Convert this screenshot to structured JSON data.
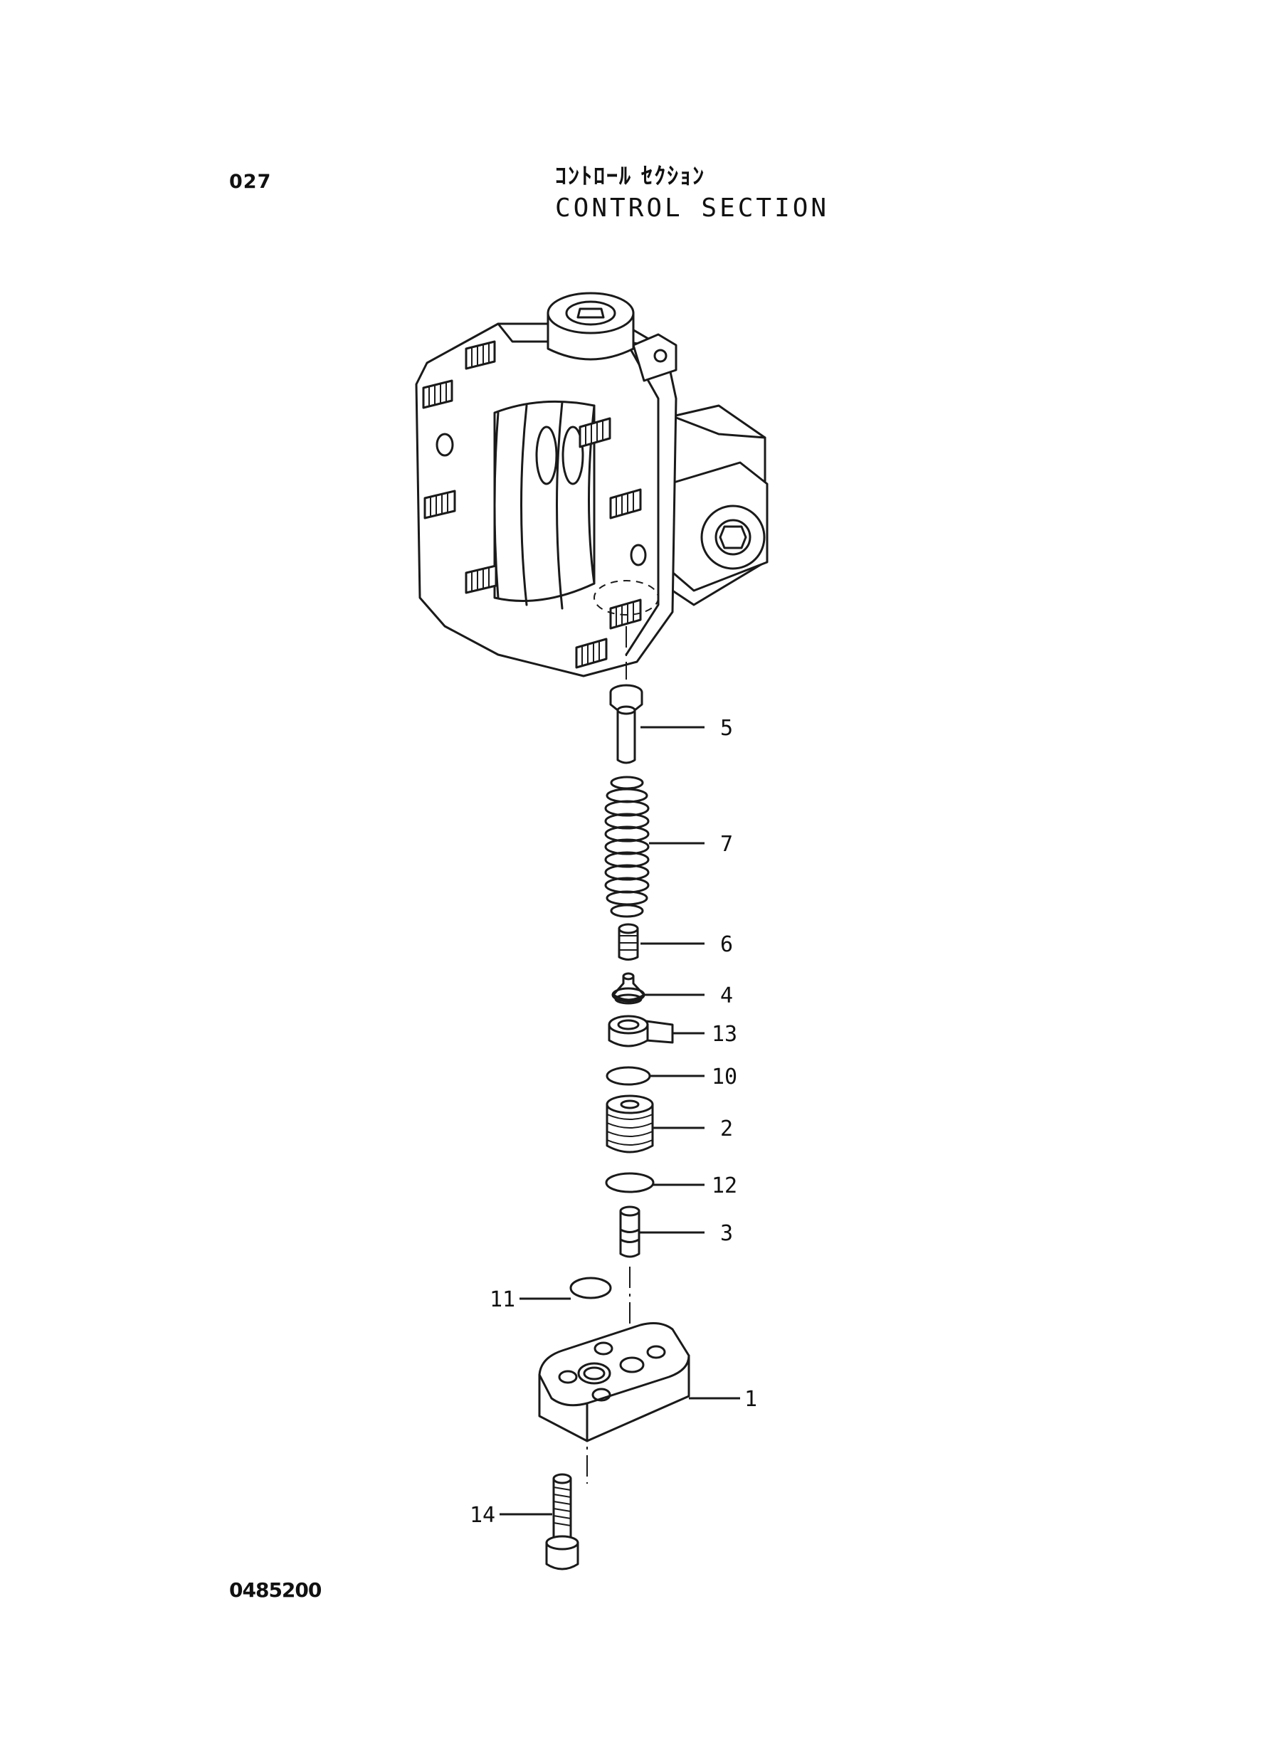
{
  "header": {
    "page_number": "027",
    "title_jp": "ｺﾝﾄﾛｰﾙ ｾｸｼｮﾝ",
    "title_en": "CONTROL SECTION"
  },
  "footer": {
    "doc_number": "0485200"
  },
  "callouts": [
    {
      "id": "part-5",
      "label": "5"
    },
    {
      "id": "part-7",
      "label": "7"
    },
    {
      "id": "part-6",
      "label": "6"
    },
    {
      "id": "part-4",
      "label": "4"
    },
    {
      "id": "part-13",
      "label": "13"
    },
    {
      "id": "part-10",
      "label": "10"
    },
    {
      "id": "part-2",
      "label": "2"
    },
    {
      "id": "part-12",
      "label": "12"
    },
    {
      "id": "part-3",
      "label": "3"
    },
    {
      "id": "part-11",
      "label": "11"
    },
    {
      "id": "part-1",
      "label": "1"
    },
    {
      "id": "part-14",
      "label": "14"
    }
  ]
}
